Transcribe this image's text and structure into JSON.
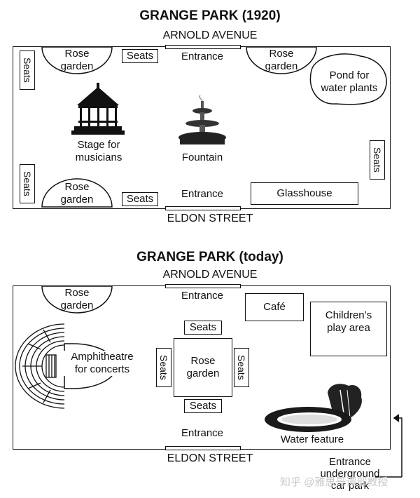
{
  "map1": {
    "title": "GRANGE PARK (1920)",
    "north_street": "ARNOLD AVENUE",
    "south_street": "ELDON STREET",
    "rose_garden_tl": [
      "Rose",
      "garden"
    ],
    "rose_garden_tr": [
      "Rose",
      "garden"
    ],
    "rose_garden_bl": [
      "Rose",
      "garden"
    ],
    "seats": "Seats",
    "entrance": "Entrance",
    "pond": [
      "Pond for",
      "water plants"
    ],
    "stage": [
      "Stage for",
      "musicians"
    ],
    "fountain": "Fountain",
    "glasshouse": "Glasshouse"
  },
  "map2": {
    "title": "GRANGE PARK (today)",
    "north_street": "ARNOLD AVENUE",
    "south_street": "ELDON STREET",
    "rose_garden_top": [
      "Rose",
      "garden"
    ],
    "entrance": "Entrance",
    "cafe": "Café",
    "play_area": [
      "Children’s",
      "play area"
    ],
    "seats": "Seats",
    "rose_garden_center": [
      "Rose",
      "garden"
    ],
    "amphitheatre": [
      "Amphitheatre",
      "for concerts"
    ],
    "water_feature": "Water feature",
    "car_park_entrance": [
      "Entrance",
      "underground",
      "car park"
    ]
  },
  "watermark": "知乎 @雅思哥谭部教授"
}
